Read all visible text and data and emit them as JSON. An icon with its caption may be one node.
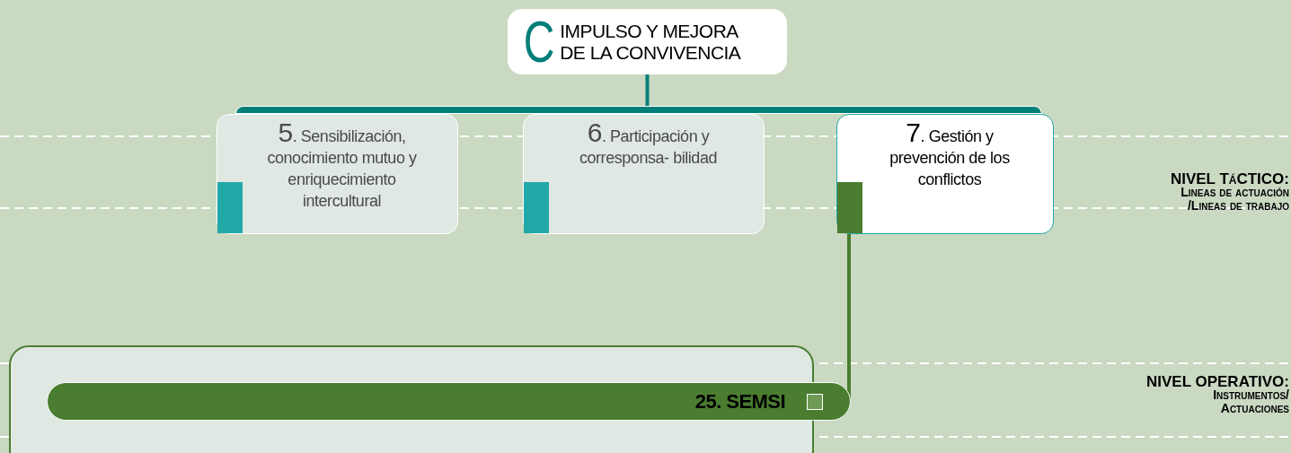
{
  "diagram": {
    "nodes": [
      {
        "text": [
          "C",
          "IMPULSO Y MEJORA DE LA CONVIVENCIA"
        ]
      },
      {
        "text": [],
        "shape": "bar"
      },
      {
        "text": [
          "5. Sensibilización, conocimiento mutuo y enriquecimiento intercultural"
        ]
      },
      {
        "text": [
          "6. Participación y corresponsa- bilidad"
        ]
      },
      {
        "text": [
          "7. Gestión y prevención de los conflictos"
        ]
      },
      {
        "text": [],
        "shape": "box"
      },
      {
        "text": [
          "25. SEMSI"
        ],
        "in": 5
      }
    ],
    "edges": [
      {
        "from": 0,
        "to": 1,
        "arrow": "none",
        "color": "#007f78"
      },
      {
        "from": 4,
        "to": 6,
        "arrow": "none",
        "color": "#4a7d2f"
      }
    ],
    "labels": [
      "NIVEL TáCTICO:",
      "Lineas de actuación /Lineas de trabajo",
      "NIVEL OPERATIVO:",
      "Instrumentos/ Actuaciones"
    ]
  }
}
